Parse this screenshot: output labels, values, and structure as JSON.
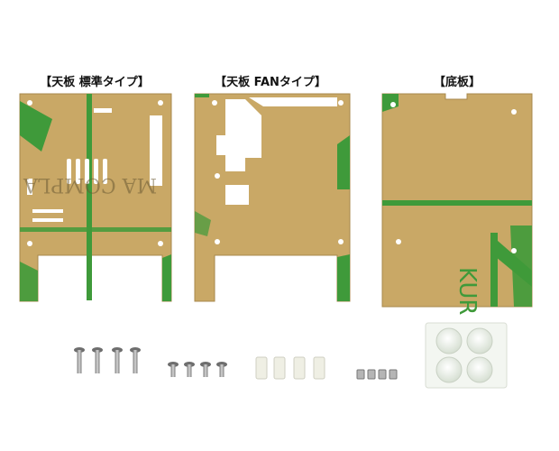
{
  "labels": {
    "top_standard": "【天板 標準タイプ】",
    "top_fan": "【天板 FANタイプ】",
    "bottom": "【底板】"
  },
  "film_text": {
    "standard_panel": "MA COMPLA",
    "bottom_panel": "KUR"
  },
  "colors": {
    "panel_fill": "#c9a866",
    "panel_edge": "#a8884c",
    "film_green": "#3f9a3a",
    "background": "#ffffff",
    "screw": "#9a9a9a",
    "spacer": "#efefe4",
    "bumper": "#e4ece0"
  },
  "parts": {
    "long_screws": 4,
    "short_screws": 4,
    "spacers": 4,
    "nuts": 4,
    "rubber_feet": 4
  }
}
